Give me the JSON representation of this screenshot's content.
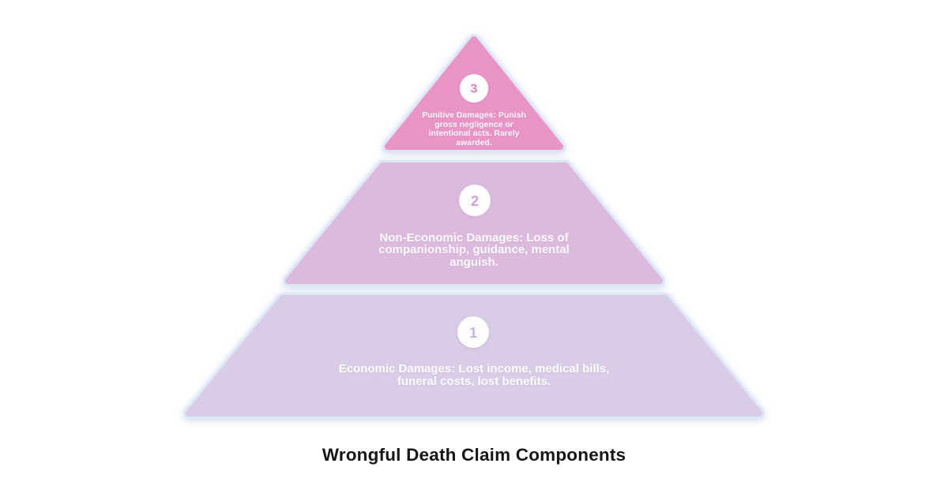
{
  "title": "Wrongful Death Claim Components",
  "palette": {
    "background": "#ffffff",
    "outline": "#dde7f4",
    "circle_fill": "#fefcfe",
    "label_color": "#ffffff",
    "title_color": "#161616"
  },
  "pyramid": {
    "tiers": [
      {
        "number": "3",
        "label": "Punitive Damages: Punish\ngross negligence or\nintentional acts. Rarely\nawarded.",
        "fill": "#e895c6",
        "number_color": "#e283bb"
      },
      {
        "number": "2",
        "label": "Non-Economic Damages: Loss of\ncompanionship, guidance, mental\nanguish.",
        "fill": "#dcbade",
        "number_color": "#cda4d3"
      },
      {
        "number": "1",
        "label": "Economic Damages: Lost income, medical bills,\nfuneral costs, lost benefits.",
        "fill": "#d8cce6",
        "number_color": "#c2b3da"
      }
    ]
  }
}
